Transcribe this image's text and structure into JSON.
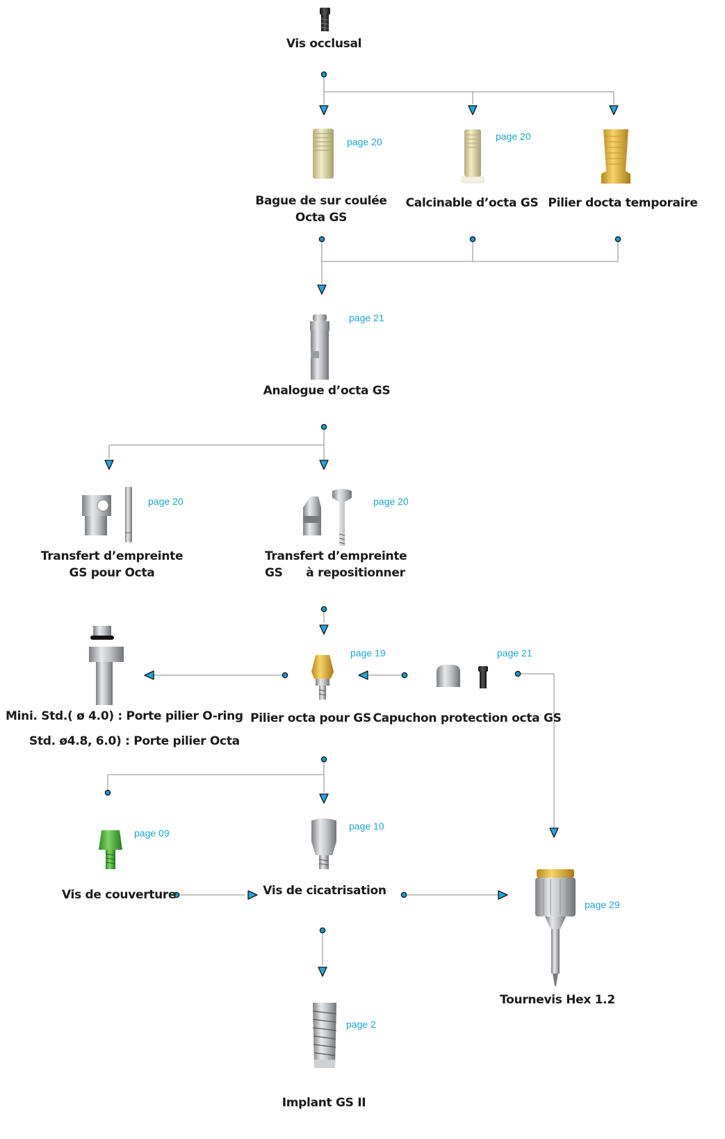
{
  "colors": {
    "accent": "#1ca4d8",
    "line": "#8a8a8a",
    "dot_fill": "#1a9bd0",
    "arrow_fill": "#25a7d8",
    "text": "#1a1a1a"
  },
  "nodes": {
    "vis_occlusal": {
      "label": "Vis occlusal"
    },
    "bague": {
      "label_1": "Bague de sur coulée",
      "label_2": "Octa GS",
      "page": "page 20"
    },
    "calcinable": {
      "label": "Calcinable d’octa GS",
      "page": "page 20"
    },
    "pilier_temporaire": {
      "label": "Pilier docta temporaire"
    },
    "analogue": {
      "label": "Analogue d’octa GS",
      "page": "page 21"
    },
    "transfert_octa": {
      "label_1": "Transfert d’empreinte",
      "label_2": "GS pour Octa",
      "page": "page 20"
    },
    "transfert_repos": {
      "label_1": "Transfert d’empreinte",
      "label_2": "GS      à repositionner",
      "page": "page 20"
    },
    "porte_pilier": {
      "label_1": "Mini. Std.( ø 4.0) : Porte pilier O-ring",
      "label_2": "Std. ø4.8, 6.0) : Porte pilier Octa"
    },
    "pilier_octa": {
      "label": "Pilier octa pour GS",
      "page": "page 19"
    },
    "capuchon": {
      "label": "Capuchon protection octa GS",
      "page": "page 21"
    },
    "vis_couverture": {
      "label": "Vis de couverture",
      "page": "page 09"
    },
    "vis_cicatrisation": {
      "label": "Vis de cicatrisation",
      "page": "page 10"
    },
    "tournevis": {
      "label": "Tournevis Hex 1.2",
      "page": "page 29"
    },
    "implant": {
      "label": "Implant GS II",
      "page": "page 2"
    }
  }
}
